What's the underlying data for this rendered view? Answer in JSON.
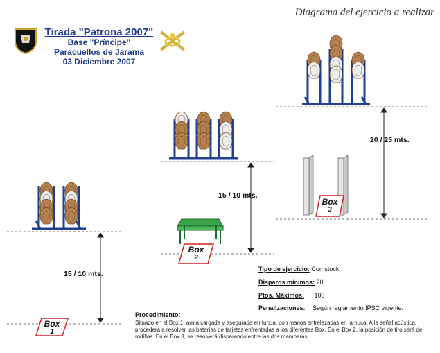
{
  "caption": "Diagrama del ejercicio a realizar",
  "header": {
    "title": "Tirada \"Patrona 2007\"",
    "base": "Base \"Príncipe\"",
    "location": "Paracuellos de Jarama",
    "date": "03 Diciembre 2007"
  },
  "stations": [
    {
      "box_label": "Box",
      "box_number": "1",
      "distance": "15 / 10 mts."
    },
    {
      "box_label": "Box",
      "box_number": "2",
      "distance": "15 / 10 mts."
    },
    {
      "box_label": "Box",
      "box_number": "3",
      "distance": "20 / 25 mts."
    }
  ],
  "exercise": {
    "type_label": "Tipo de ejercicio:",
    "type_value": "Comstock",
    "shots_label": "Disparos mínimos:",
    "shots_value": "20",
    "points_label": "Ptos. Máximos:",
    "points_value": "100",
    "penalties_label": "Penalizaciones:",
    "penalties_value": "Según reglamento IPSC vigente."
  },
  "procedure": {
    "title": "Procedimiento:",
    "text": "Situado en el Box 1, arma cargada y asegurada en funda, con manos entrelazadas en la nuca. A la señal acústica, procederá a resolver las baterías de tarjetas enfrentadas a los diferentes Box. En el Box 2, la posición de tiro será de rodillas. En el Box 3, se resolverá disparando entre las dos mamparas."
  },
  "colors": {
    "target_brown": "#b5814f",
    "target_white": "#eeeeee",
    "stand_blue": "#1f3f8f",
    "box_red": "#d42020",
    "table_green": "#3aa04a",
    "title_blue": "#1e3a8a"
  },
  "icons": [
    "unit-emblem-icon",
    "crossed-rifles-insignia-icon"
  ]
}
